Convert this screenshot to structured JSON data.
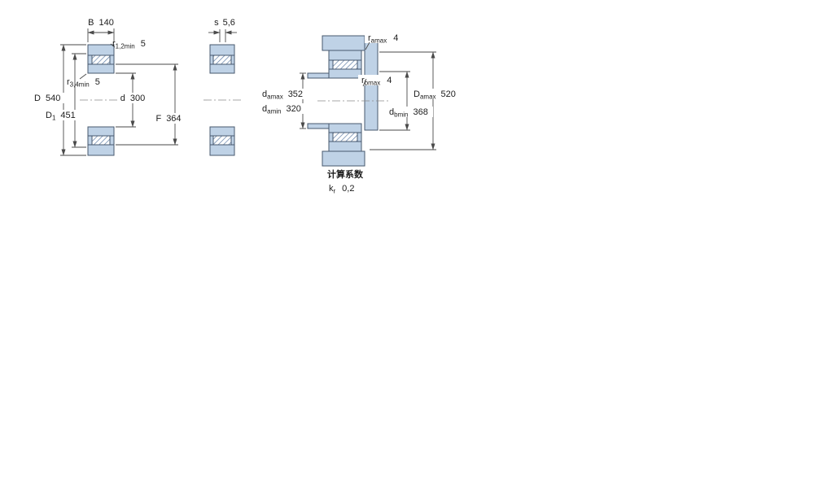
{
  "colors": {
    "part_fill": "#bfd2e6",
    "part_stroke": "#47586e",
    "line": "#4a4a4a",
    "hatch": "#5f7ea6",
    "centerline": "#8a8a8a",
    "text": "#1c1c1c"
  },
  "views": {
    "front": {
      "dims": {
        "B": {
          "sym": "B",
          "sub": "",
          "val": "140"
        },
        "r12": {
          "sym": "r",
          "sub": "1,2min",
          "val": "5"
        },
        "r34": {
          "sym": "r",
          "sub": "3,4min",
          "val": "5"
        },
        "D": {
          "sym": "D",
          "sub": "",
          "val": "540"
        },
        "D1": {
          "sym": "D",
          "sub": "1",
          "val": "451"
        },
        "d": {
          "sym": "d",
          "sub": "",
          "val": "300"
        },
        "F": {
          "sym": "F",
          "sub": "",
          "val": "364"
        }
      }
    },
    "side": {
      "dims": {
        "s": {
          "sym": "s",
          "sub": "",
          "val": "5,6"
        }
      }
    },
    "mounting": {
      "dims": {
        "ramax": {
          "sym": "r",
          "sub": "amax",
          "val": "4"
        },
        "rbmax": {
          "sym": "r",
          "sub": "bmax",
          "val": "4"
        },
        "damax": {
          "sym": "d",
          "sub": "amax",
          "val": "352"
        },
        "damin": {
          "sym": "d",
          "sub": "amin",
          "val": "320"
        },
        "Damax": {
          "sym": "D",
          "sub": "amax",
          "val": "520"
        },
        "dbmin": {
          "sym": "d",
          "sub": "bmin",
          "val": "368"
        }
      }
    },
    "factors": {
      "title": "计算系数",
      "kr": {
        "sym": "k",
        "sub": "r",
        "val": "0,2"
      }
    }
  }
}
